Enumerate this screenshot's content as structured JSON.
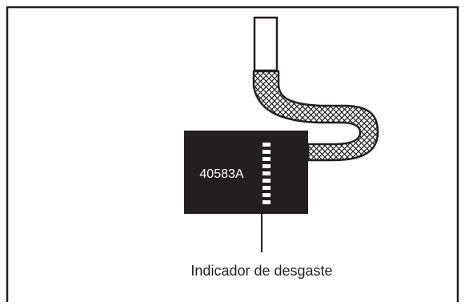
{
  "figure": {
    "part_number": "40583A",
    "callout_label": "Indicador de desgaste",
    "colors": {
      "pad_fill": "#231f20",
      "ink": "#231f20",
      "background": "#ffffff",
      "indicator_marks": "#ffffff"
    },
    "indicator_mark_count": 9
  }
}
